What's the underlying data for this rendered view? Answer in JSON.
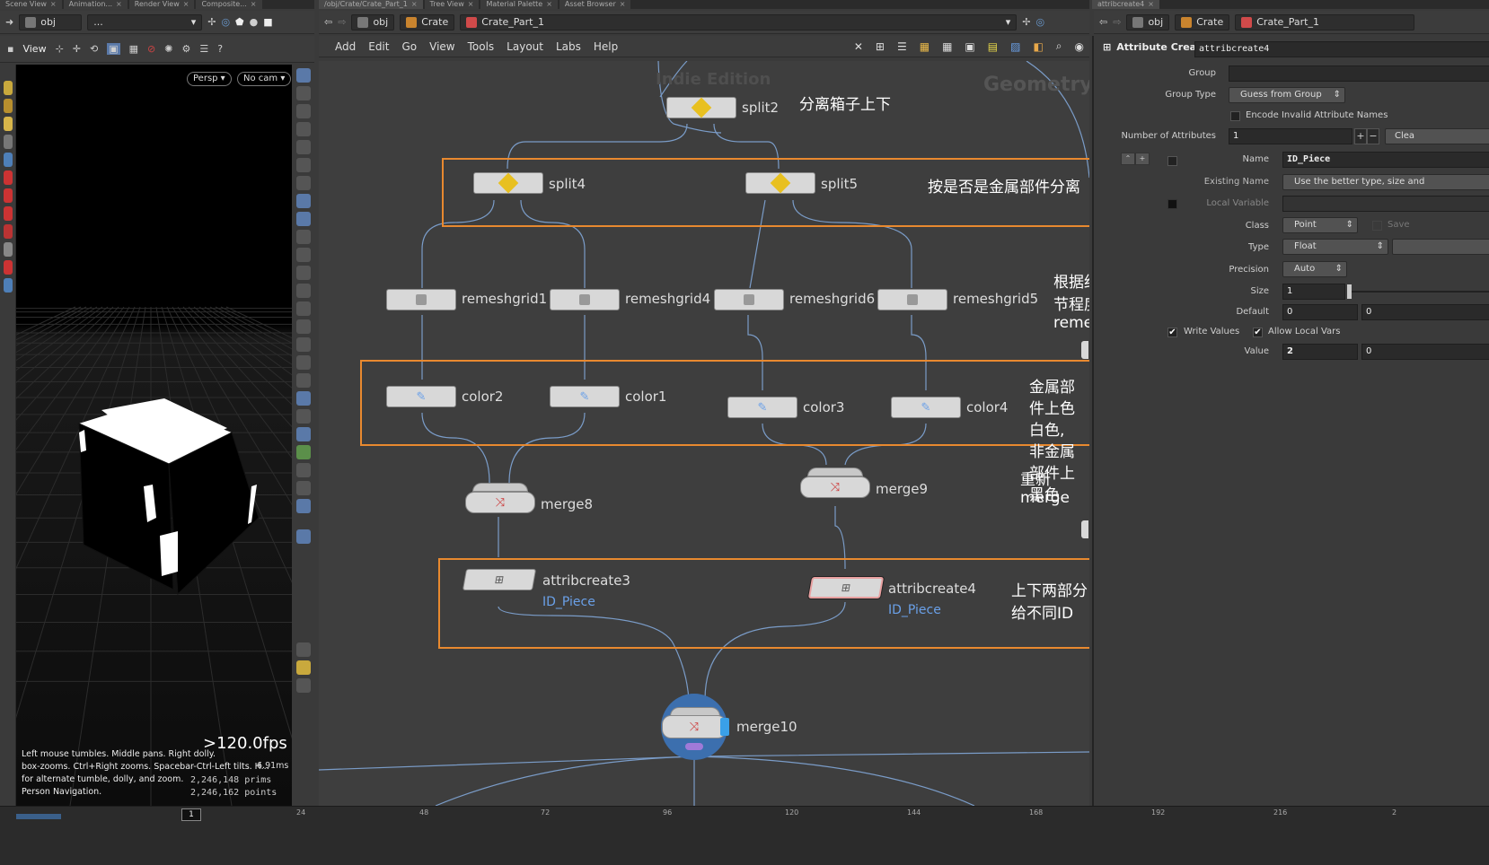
{
  "tabs_left": [
    {
      "label": "Scene View"
    },
    {
      "label": "Animation..."
    },
    {
      "label": "Render View"
    },
    {
      "label": "Composite..."
    }
  ],
  "tabs_mid": [
    {
      "label": "/obj/Crate/Crate_Part_1"
    },
    {
      "label": "Tree View"
    },
    {
      "label": "Material Palette"
    },
    {
      "label": "Asset Browser"
    }
  ],
  "tabs_right": [
    {
      "label": "attribcreate4"
    }
  ],
  "left_path": {
    "obj": "obj",
    "dots": "..."
  },
  "left_toolbar": {
    "view_label": "View"
  },
  "viewport": {
    "persp": "Persp",
    "nocam": "No cam",
    "fps": ">120.0fps",
    "ms": "6.91ms",
    "prims": "2,246,148  prims",
    "points": "2,246,162  points",
    "help_line1": "Left mouse tumbles. Middle pans. Right dolly.",
    "help_line2": "box-zooms. Ctrl+Right zooms. Spacebar-Ctrl-Left tilts. H...",
    "help_line3": "for alternate tumble, dolly, and zoom.",
    "help_line4": "Person Navigation."
  },
  "mid_path": {
    "obj": "obj",
    "crate": "Crate",
    "part": "Crate_Part_1"
  },
  "right_path": {
    "obj": "obj",
    "crate": "Crate",
    "part": "Crate_Part_1"
  },
  "menu": [
    "Add",
    "Edit",
    "Go",
    "View",
    "Tools",
    "Layout",
    "Labs",
    "Help"
  ],
  "network": {
    "watermark_left": "Indie Edition",
    "watermark_right": "Geometry",
    "nodes": {
      "split2": "split2",
      "split4": "split4",
      "split5": "split5",
      "remeshgrid1": "remeshgrid1",
      "remeshgrid4": "remeshgrid4",
      "remeshgrid6": "remeshgrid6",
      "remeshgrid5": "remeshgrid5",
      "color2": "color2",
      "color1": "color1",
      "color3": "color3",
      "color4": "color4",
      "merge8": "merge8",
      "merge9": "merge9",
      "attribcreate3": "attribcreate3",
      "attribcreate3_sub": "ID_Piece",
      "attribcreate4": "attribcreate4",
      "attribcreate4_sub": "ID_Piece",
      "merge10": "merge10"
    },
    "notes": {
      "split2": "分离箱子上下",
      "split": "按是否是金属部件分离",
      "remesh": "根据细节程度remesh",
      "color_line1": "金属部件上色白色,",
      "color_line2": "非金属部件上黑色",
      "merge": "重新merge",
      "attrib": "上下两部分给不同ID"
    }
  },
  "params": {
    "node_type": "Attribute Create",
    "node_name": "attribcreate4",
    "group_label": "Group",
    "group_value": "",
    "group_type_label": "Group Type",
    "group_type_value": "Guess from Group",
    "encode_label": "Encode Invalid Attribute Names",
    "num_attr_label": "Number of Attributes",
    "num_attr_value": "1",
    "clear_label": "Clea",
    "name_label": "Name",
    "name_value": "ID_Piece",
    "existing_label": "Existing Name",
    "existing_value": "Use the better type, size and",
    "local_var_label": "Local Variable",
    "class_label": "Class",
    "class_value": "Point",
    "save_label": "Save",
    "type_label": "Type",
    "type_value": "Float",
    "precision_label": "Precision",
    "precision_value": "Auto",
    "size_label": "Size",
    "size_value": "1",
    "default_label": "Default",
    "default_value_1": "0",
    "default_value_2": "0",
    "write_values_label": "Write Values",
    "allow_local_label": "Allow Local Vars",
    "value_label": "Value",
    "value_1": "2",
    "value_2": "0"
  },
  "timeline": {
    "frame": "1",
    "ticks": [
      "24",
      "48",
      "72",
      "96",
      "120",
      "144",
      "168",
      "192",
      "216",
      "2"
    ]
  },
  "colors": {
    "accent_orange": "#e8892f",
    "wire": "#7a9cc8",
    "note_text": "#ffffff",
    "sub_label": "#6aa0e8"
  }
}
